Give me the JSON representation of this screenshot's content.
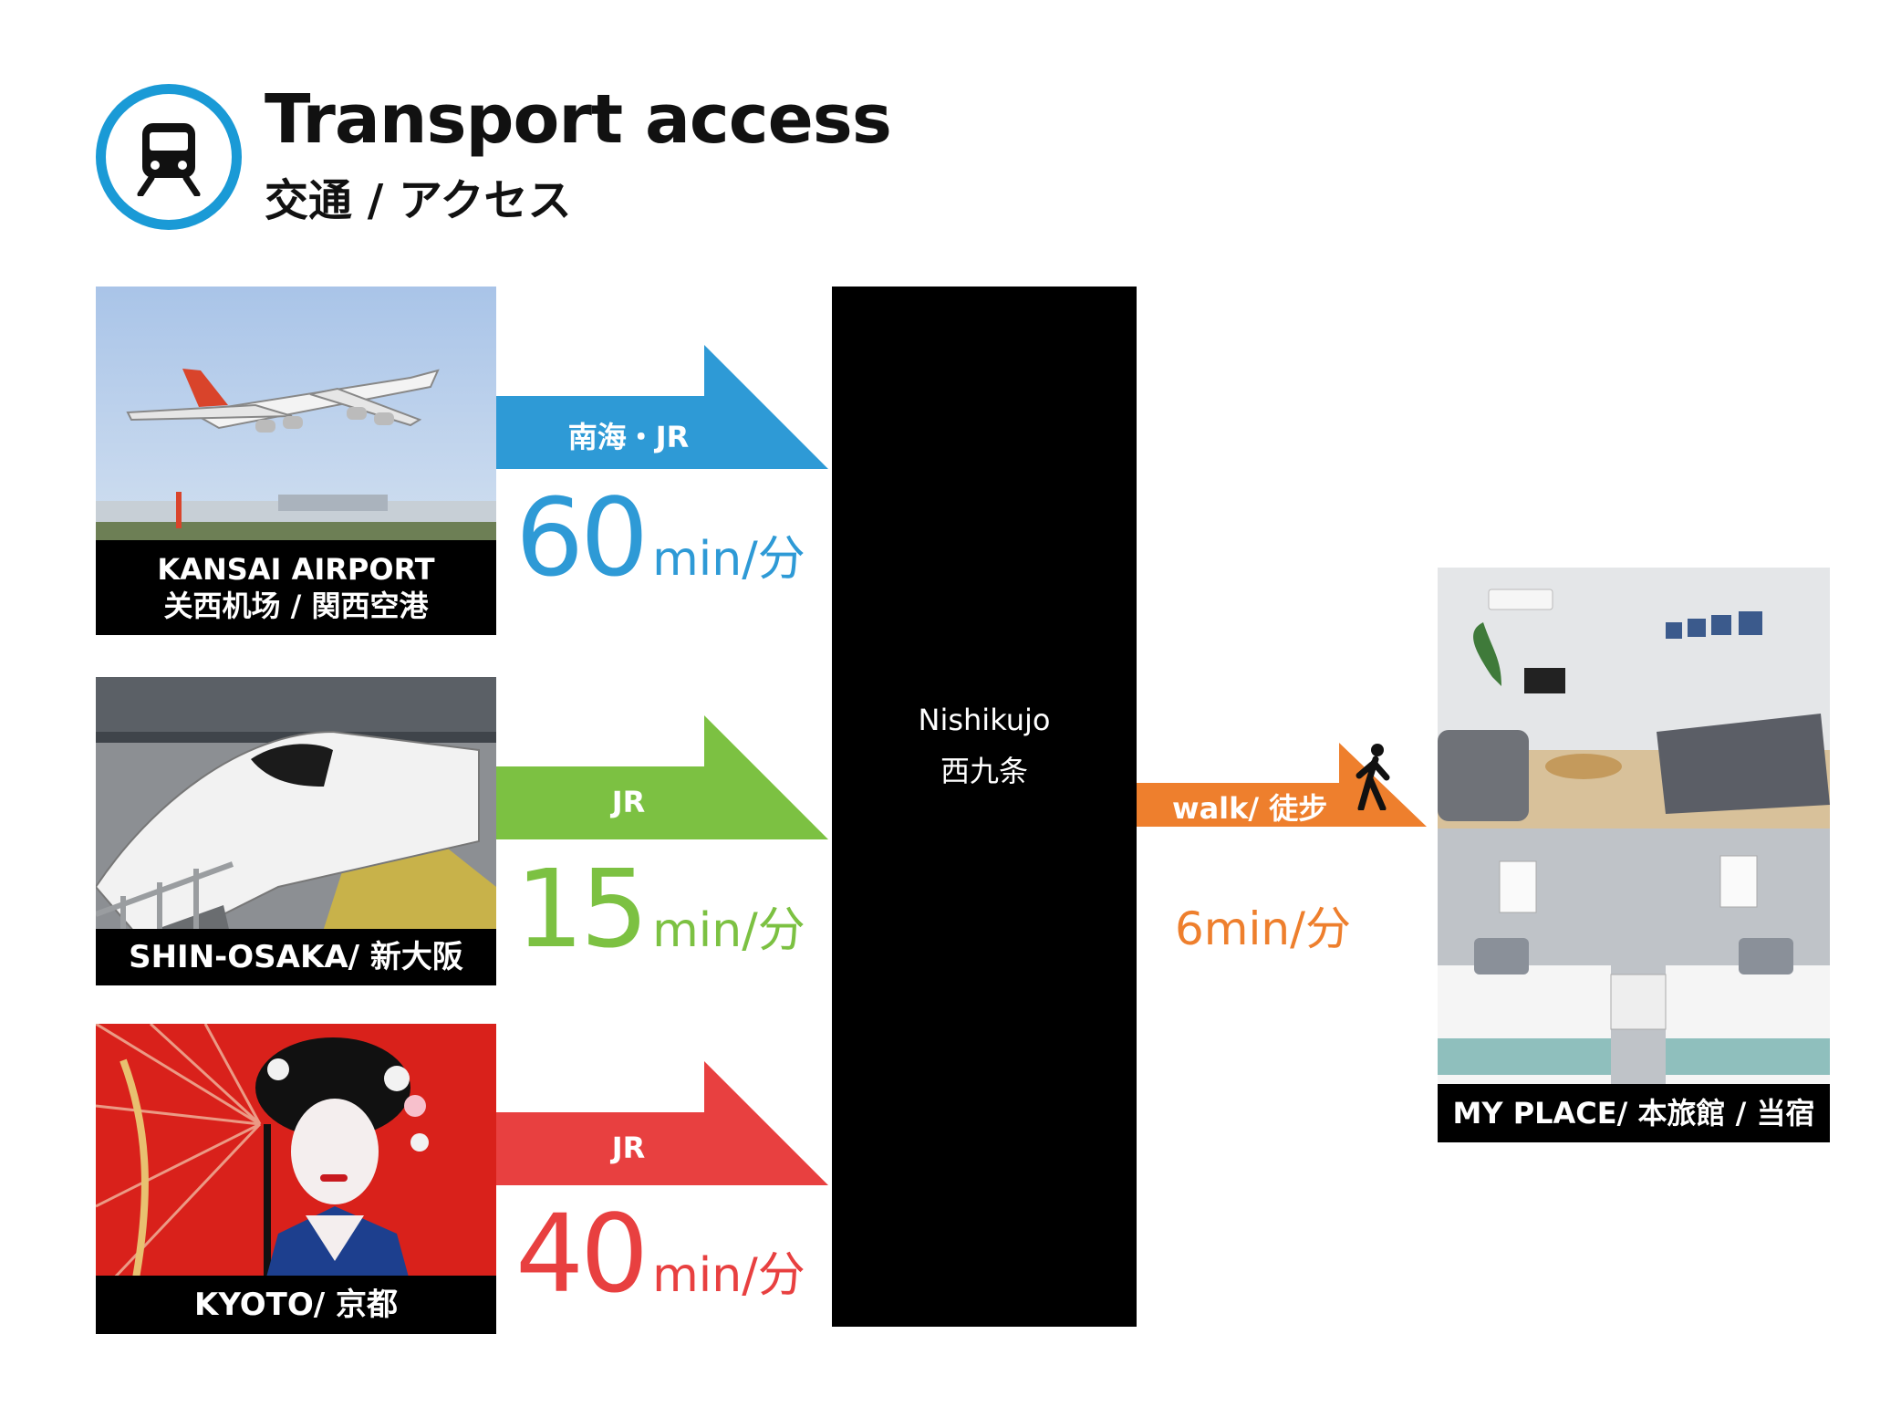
{
  "header": {
    "title": "Transport access",
    "subtitle": "交通 / アクセス",
    "icon": "train-icon",
    "accent_color": "#1a9ad6"
  },
  "origins": [
    {
      "name": "KANSAI AIRPORT",
      "name_local": "关西机场 / 関西空港",
      "route": "南海・JR",
      "minutes": "60",
      "unit": "min/分",
      "color": "#2e9ad6",
      "photo": "airplane"
    },
    {
      "name": "SHIN-OSAKA/ 新大阪",
      "route": "JR",
      "minutes": "15",
      "unit": "min/分",
      "color": "#7cc142",
      "photo": "bullet-train"
    },
    {
      "name": "KYOTO/ 京都",
      "route": "JR",
      "minutes": "40",
      "unit": "min/分",
      "color": "#e84040",
      "photo": "geisha-with-umbrella"
    }
  ],
  "station": {
    "name": "Nishikujo",
    "name_local": "西九条"
  },
  "walk": {
    "label": "walk/ 徒步",
    "time": "6min/分",
    "color": "#ee7f2d",
    "icon": "walking-person-icon"
  },
  "destination": {
    "name": "MY PLACE/ 本旅館 / 当宿",
    "photo": "living-room-and-bedroom"
  }
}
